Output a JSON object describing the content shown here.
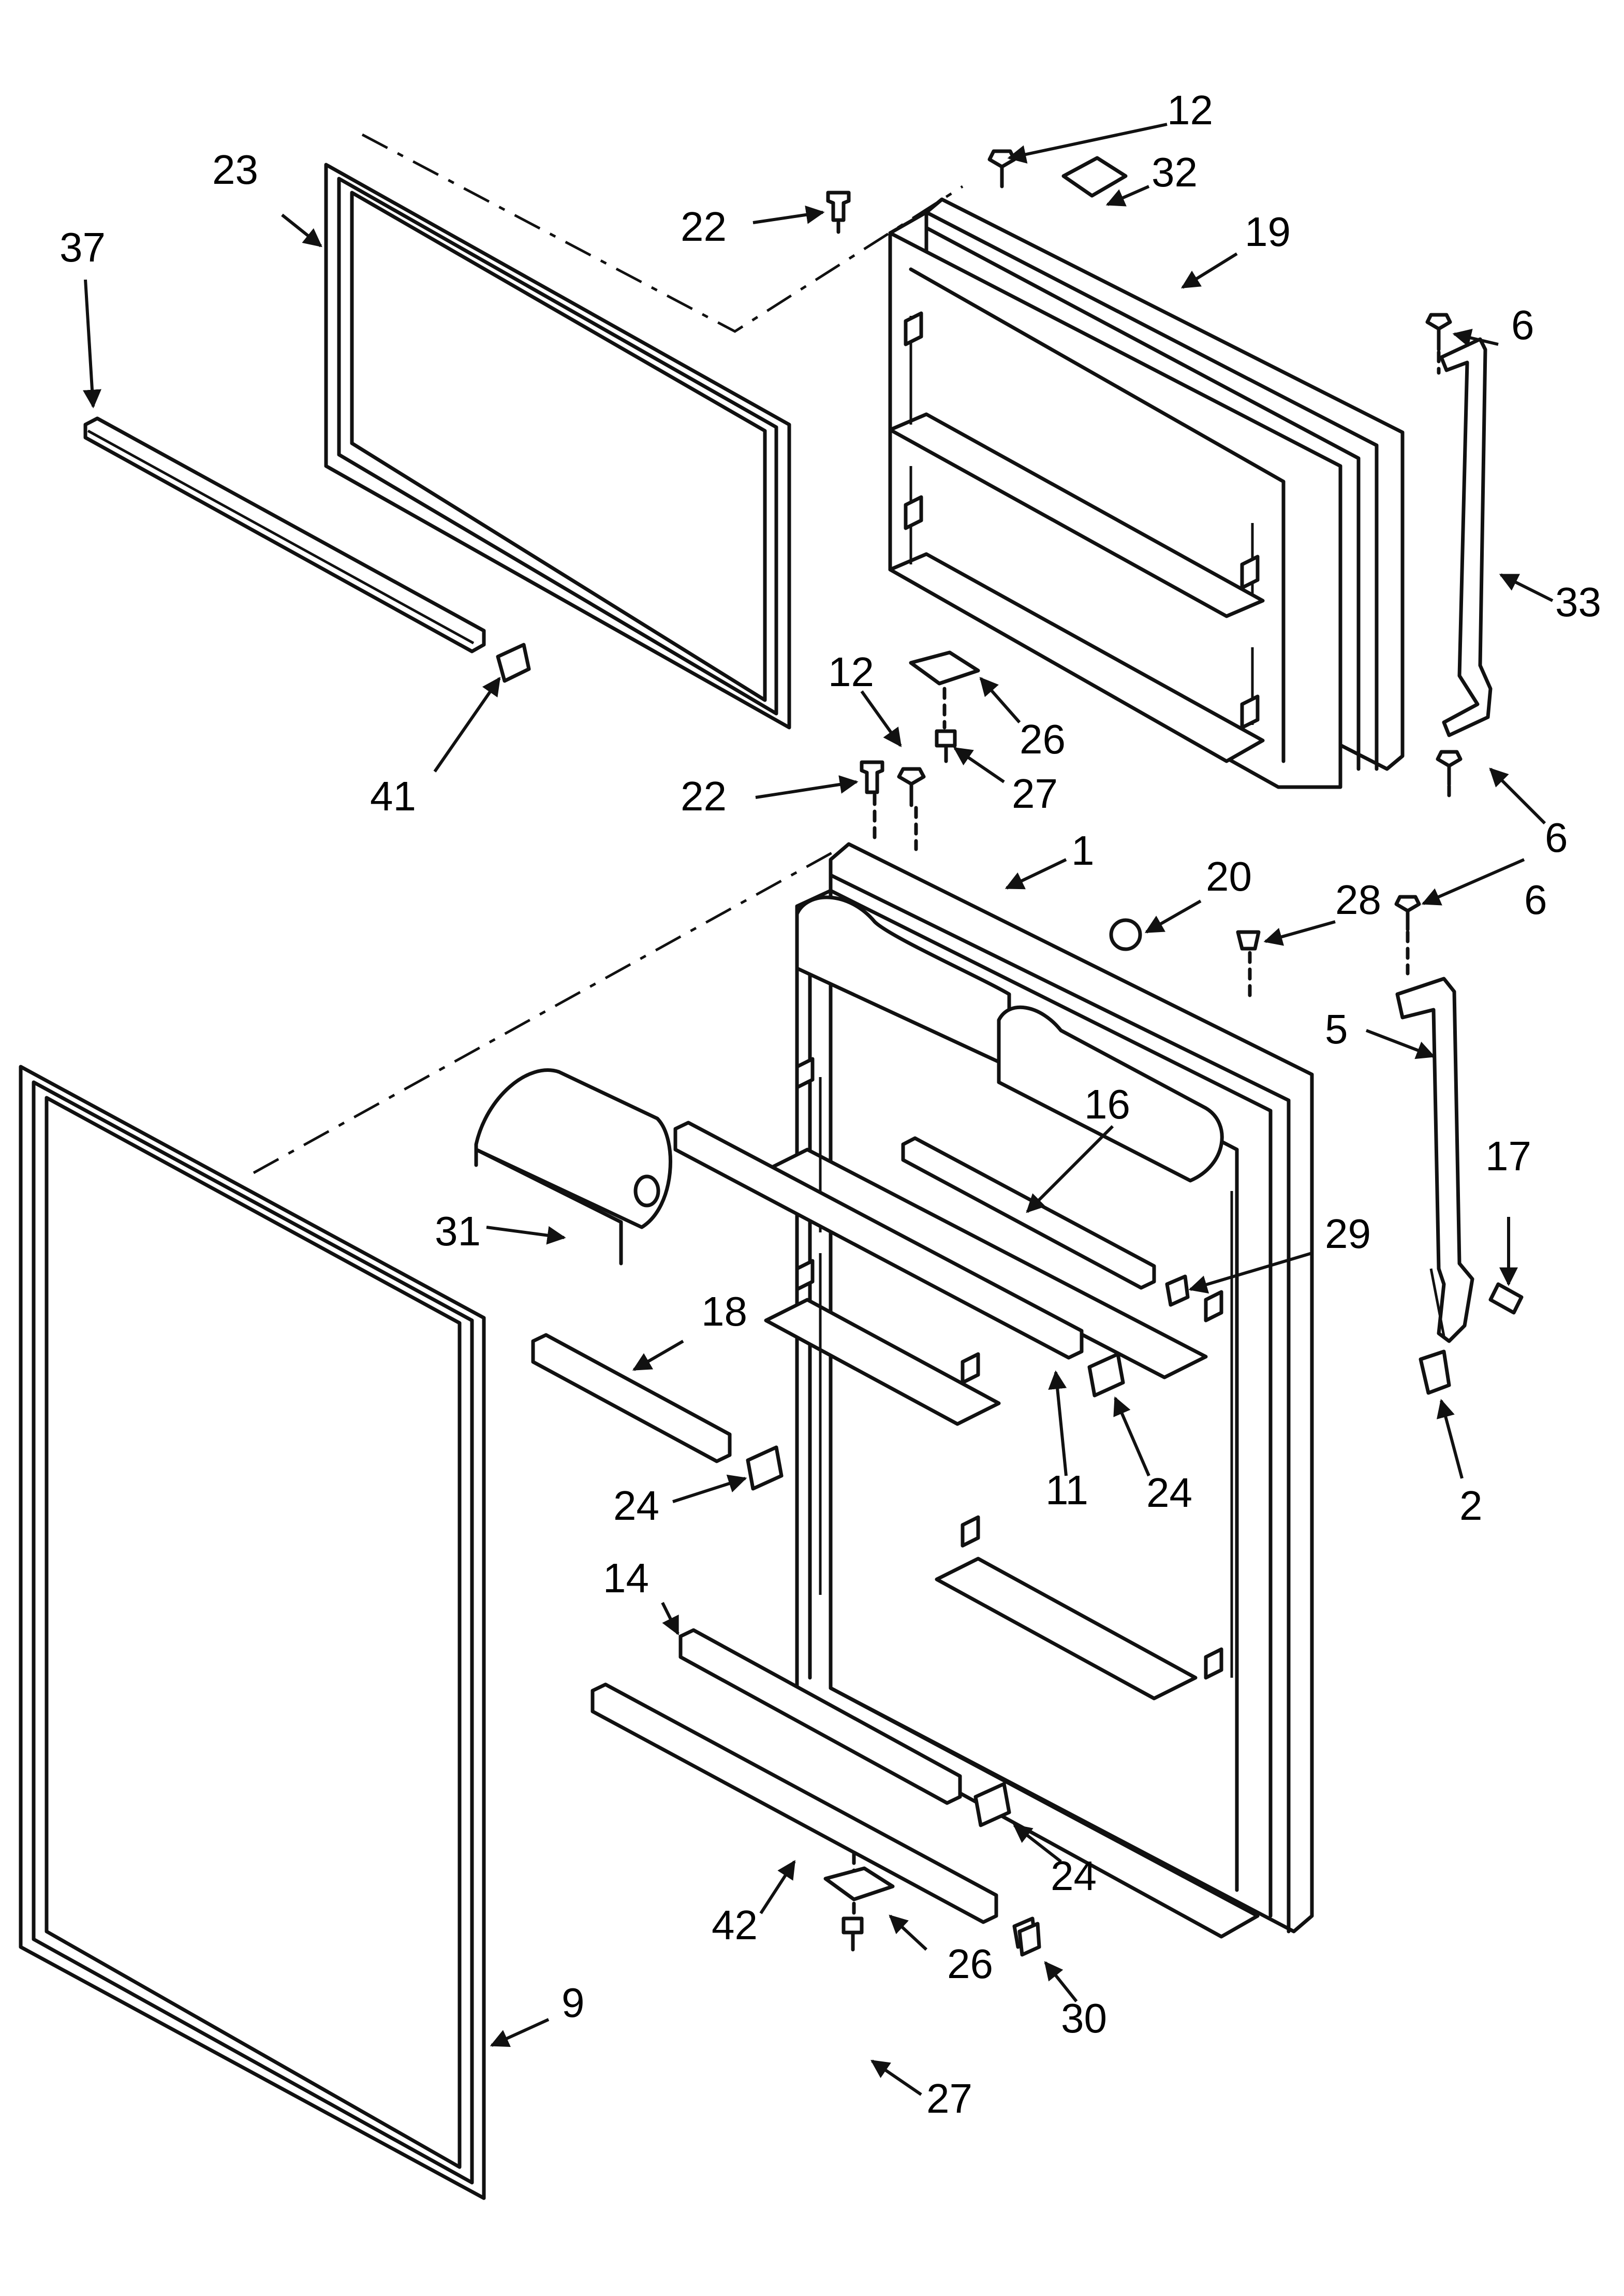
{
  "diagram": {
    "callouts": [
      {
        "id": "c1",
        "text": "1"
      },
      {
        "id": "c2",
        "text": "2"
      },
      {
        "id": "c5",
        "text": "5"
      },
      {
        "id": "c6a",
        "text": "6"
      },
      {
        "id": "c6b",
        "text": "6"
      },
      {
        "id": "c6c",
        "text": "6"
      },
      {
        "id": "c9",
        "text": "9"
      },
      {
        "id": "c11",
        "text": "11"
      },
      {
        "id": "c12a",
        "text": "12"
      },
      {
        "id": "c12b",
        "text": "12"
      },
      {
        "id": "c14",
        "text": "14"
      },
      {
        "id": "c16",
        "text": "16"
      },
      {
        "id": "c17",
        "text": "17"
      },
      {
        "id": "c18",
        "text": "18"
      },
      {
        "id": "c19",
        "text": "19"
      },
      {
        "id": "c20",
        "text": "20"
      },
      {
        "id": "c22a",
        "text": "22"
      },
      {
        "id": "c22b",
        "text": "22"
      },
      {
        "id": "c23",
        "text": "23"
      },
      {
        "id": "c24a",
        "text": "24"
      },
      {
        "id": "c24b",
        "text": "24"
      },
      {
        "id": "c24c",
        "text": "24"
      },
      {
        "id": "c26a",
        "text": "26"
      },
      {
        "id": "c26b",
        "text": "26"
      },
      {
        "id": "c27a",
        "text": "27"
      },
      {
        "id": "c27b",
        "text": "27"
      },
      {
        "id": "c28",
        "text": "28"
      },
      {
        "id": "c29",
        "text": "29"
      },
      {
        "id": "c30",
        "text": "30"
      },
      {
        "id": "c31",
        "text": "31"
      },
      {
        "id": "c32",
        "text": "32"
      },
      {
        "id": "c33",
        "text": "33"
      },
      {
        "id": "c37",
        "text": "37"
      },
      {
        "id": "c41",
        "text": "41"
      },
      {
        "id": "c42",
        "text": "42"
      }
    ]
  }
}
